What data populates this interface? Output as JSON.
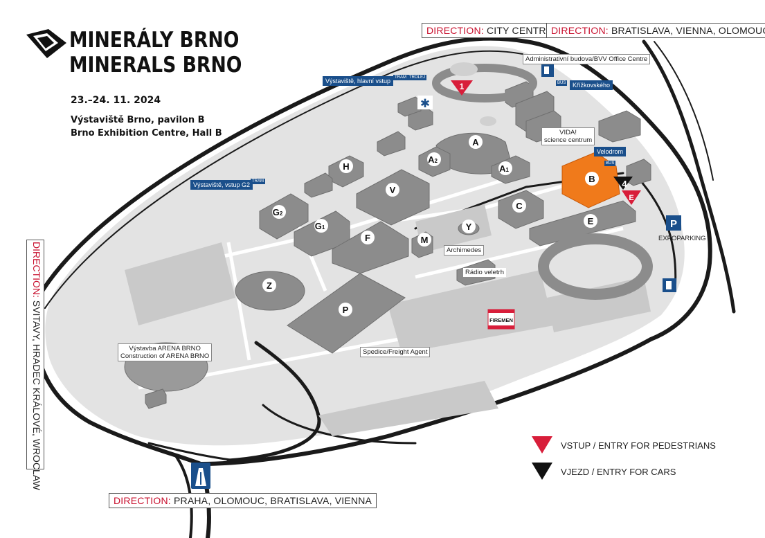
{
  "title": {
    "line1": "MINERÁLY BRNO",
    "line2": "MINERALS BRNO"
  },
  "dates": "23.–24. 11. 2024",
  "venue": {
    "line1": "Výstaviště Brno, pavilon B",
    "line2": "Brno Exhibition Centre, Hall B"
  },
  "directions": {
    "city_centre": {
      "prefix": "DIRECTION:",
      "text": "CITY CENTRE"
    },
    "bratislava": {
      "prefix": "DIRECTION:",
      "text": "BRATISLAVA, VIENNA, OLOMOUC"
    },
    "svitavy": {
      "prefix": "DIRECTION:",
      "text": "SVITAVY, HRADEC KRÁLOVÉ, WROCLAW"
    },
    "praha": {
      "prefix": "DIRECTION:",
      "text": "PRAHA, OLOMOUC, BRATISLAVA, VIENNA"
    }
  },
  "map_labels": {
    "admin": "Administrativní budova/BVV Office Centre",
    "vida_line1": "VIDA!",
    "vida_line2": "science centrum",
    "expoparking": "EXPOPARKING",
    "archimedes": "Archimedes",
    "radio": "Rádio veletrh",
    "firemen": "FIREMEN",
    "spedice": "Spedice/Freight Agent",
    "arena_line1": "Výstavba ARENA BRNO",
    "arena_line2": "Construction of ARENA BRNO"
  },
  "stops": {
    "main_entrance": "Výstaviště, hlavní vstup",
    "krizkovskeho": "Křížkovského",
    "velodrom": "Velodrom",
    "g2": "Výstaviště, vstup G2",
    "tram": "TRAM",
    "troleybus": "TROLEJ",
    "bus": "BUS"
  },
  "halls": {
    "A": "A",
    "A1": "A",
    "A1sub": "1",
    "A2": "A",
    "A2sub": "2",
    "B": "B",
    "C": "C",
    "E": "E",
    "F": "F",
    "G1": "G",
    "G1sub": "1",
    "G2": "G",
    "G2sub": "2",
    "H": "H",
    "M": "M",
    "P": "P",
    "V": "V",
    "Y": "Y",
    "Z": "Z"
  },
  "entries": {
    "gate1": "1",
    "gate4": "4",
    "gateE": "E",
    "parking": "P"
  },
  "legend": {
    "pedestrians": "VSTUP / ENTRY FOR PEDESTRIANS",
    "cars": "VJEZD / ENTRY FOR CARS"
  },
  "colors": {
    "highlight_hall": "#f07a1b",
    "building": "#8c8c8c",
    "ground": "#dadada",
    "road": "#1a1a1a",
    "pedestrian_entry": "#d81e3a",
    "car_entry": "#111111",
    "stop_blue": "#1a4f8b"
  }
}
